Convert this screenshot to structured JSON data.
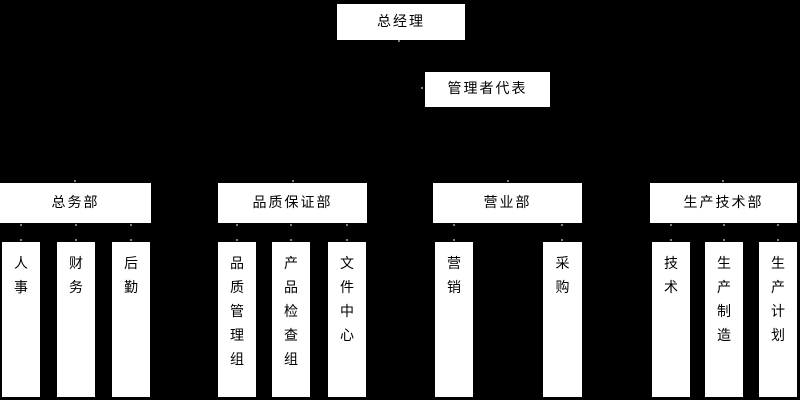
{
  "org_chart": {
    "root": {
      "label": "总经理"
    },
    "representative": {
      "label": "管理者代表"
    },
    "departments": [
      {
        "label": "总务部",
        "children": [
          {
            "label": "人事"
          },
          {
            "label": "财务"
          },
          {
            "label": "后勤"
          }
        ]
      },
      {
        "label": "品质保证部",
        "children": [
          {
            "label": "品质管理组"
          },
          {
            "label": "产品检查组"
          },
          {
            "label": "文件中心"
          }
        ]
      },
      {
        "label": "营业部",
        "children": [
          {
            "label": "营销"
          },
          {
            "label": "采购"
          }
        ]
      },
      {
        "label": "生产技术部",
        "children": [
          {
            "label": "技术"
          },
          {
            "label": "生产制造"
          },
          {
            "label": "生产计划"
          }
        ]
      }
    ],
    "colors": {
      "background": "#000000",
      "box_fill": "#ffffff",
      "box_text": "#000000",
      "connector_tick": "#808080"
    }
  }
}
